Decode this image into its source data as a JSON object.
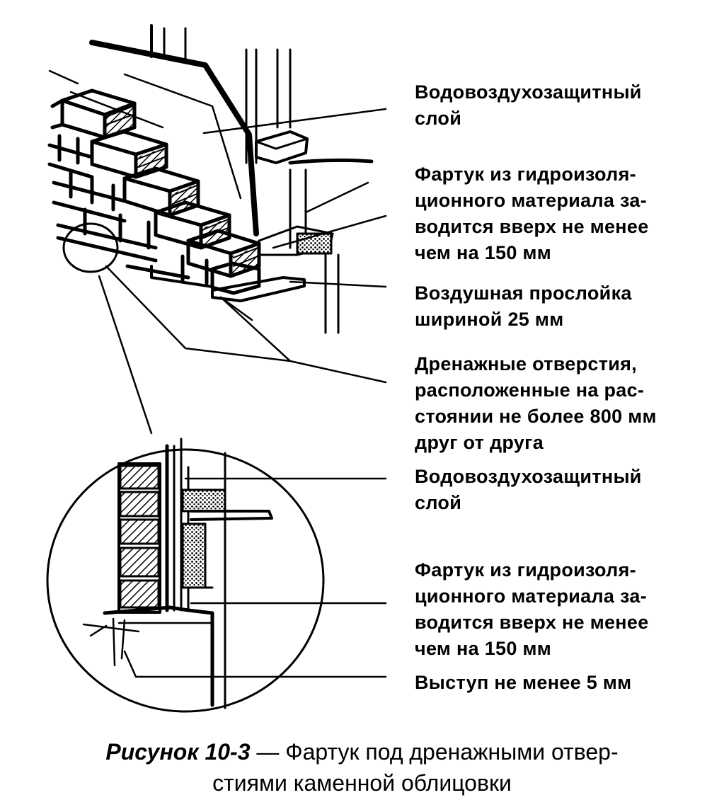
{
  "labels": {
    "water_air_barrier_top": [
      "Водовоздухозащитный",
      "слой"
    ],
    "apron_top": [
      "Фартук из гидроизоля-",
      "ционного материала за-",
      "водится вверх не менее",
      "чем на 150 мм"
    ],
    "air_gap": [
      "Воздушная прослойка",
      "шириной 25 мм"
    ],
    "drain_holes": [
      "Дренажные отверстия,",
      "расположенные на рас-",
      "стоянии не более 800 мм",
      "друг от друга"
    ],
    "water_air_barrier_detail": [
      "Водовоздухозащитный",
      "слой"
    ],
    "apron_detail": [
      "Фартук из гидроизоля-",
      "ционного материала за-",
      "водится вверх не менее",
      "чем на 150 мм"
    ],
    "protrusion": [
      "Выступ не менее 5 мм"
    ]
  },
  "caption": {
    "prefix": "Рисунок 10-3",
    "line1": " — Фартук под дренажными отвер-",
    "line2": "стиями каменной облицовки"
  }
}
